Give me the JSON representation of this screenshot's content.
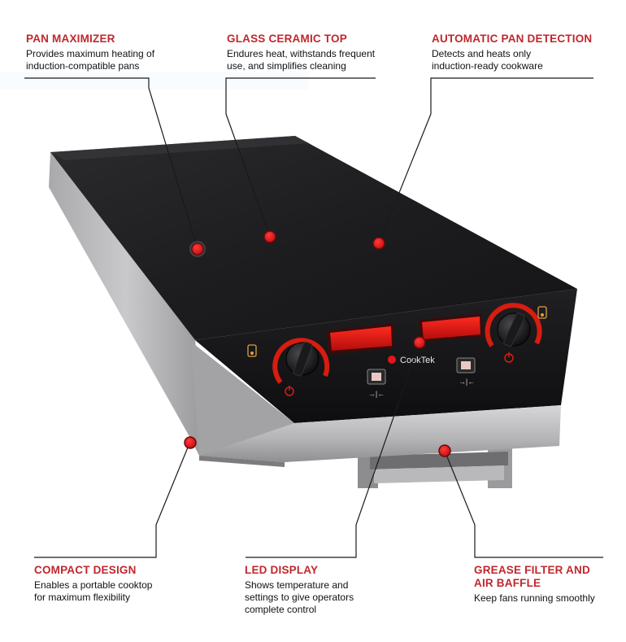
{
  "brand": "CookTek",
  "colors": {
    "accent": "#c0272d",
    "marker": "#e3161b",
    "display": "#e11414"
  },
  "features": [
    {
      "id": "pan-maximizer",
      "title": "PAN MAXIMIZER",
      "desc": "Provides maximum heating of induction-compatible pans"
    },
    {
      "id": "glass-ceramic-top",
      "title": "GLASS CERAMIC TOP",
      "desc": "Endures heat, withstands frequent use, and simplifies cleaning"
    },
    {
      "id": "automatic-pan-detection",
      "title": "AUTOMATIC PAN DETECTION",
      "desc": "Detects and heats only induction-ready cookware"
    },
    {
      "id": "compact-design",
      "title": "COMPACT DESIGN",
      "desc": "Enables a portable cooktop for maximum flexibility"
    },
    {
      "id": "led-display",
      "title": "LED DISPLAY",
      "desc": "Shows temperature and settings to give operators complete control"
    },
    {
      "id": "grease-filter",
      "title": "GREASE FILTER AND AIR BAFFLE",
      "desc": "Keep fans running smoothly"
    }
  ]
}
